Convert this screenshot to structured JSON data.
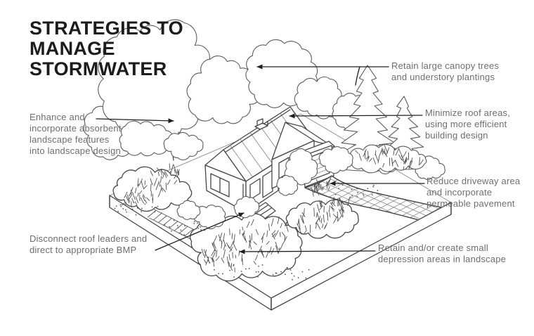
{
  "title": {
    "text": "STRATEGIES TO\nMANAGE\nSTORMWATER"
  },
  "annotations": [
    {
      "id": "retain-canopy-trees",
      "text": "Retain large canopy trees\nand understory plantings"
    },
    {
      "id": "minimize-roof-areas",
      "text": "Minimize roof areas,\nusing more efficient\nbuilding design"
    },
    {
      "id": "reduce-driveway-area",
      "text": "Reduce driveway area\nand incorporate\npermeable pavement"
    },
    {
      "id": "retain-depression-areas",
      "text": "Retain and/or create small\ndepression areas in landscape"
    },
    {
      "id": "enhance-landscape",
      "text": "Enhance and\nincorporate absorbent\nlandscape features\ninto landscape design"
    },
    {
      "id": "disconnect-roof-leaders",
      "text": "Disconnect roof leaders and\ndirect to appropriate BMP"
    }
  ],
  "colors": {
    "background": "#ffffff",
    "title_text": "#1c1c1c",
    "label_text": "#6e6e6e",
    "leader_line": "#1f1f1f",
    "sketch_line": "#474747"
  },
  "illustration_elements": [
    "canopy-trees",
    "evergreen-trees",
    "house",
    "roof",
    "garage",
    "garage-door",
    "driveway-permeable-pavement",
    "downspout",
    "left-bioswale",
    "stone-channel",
    "depression-beds",
    "hedge-row",
    "lot-base"
  ]
}
